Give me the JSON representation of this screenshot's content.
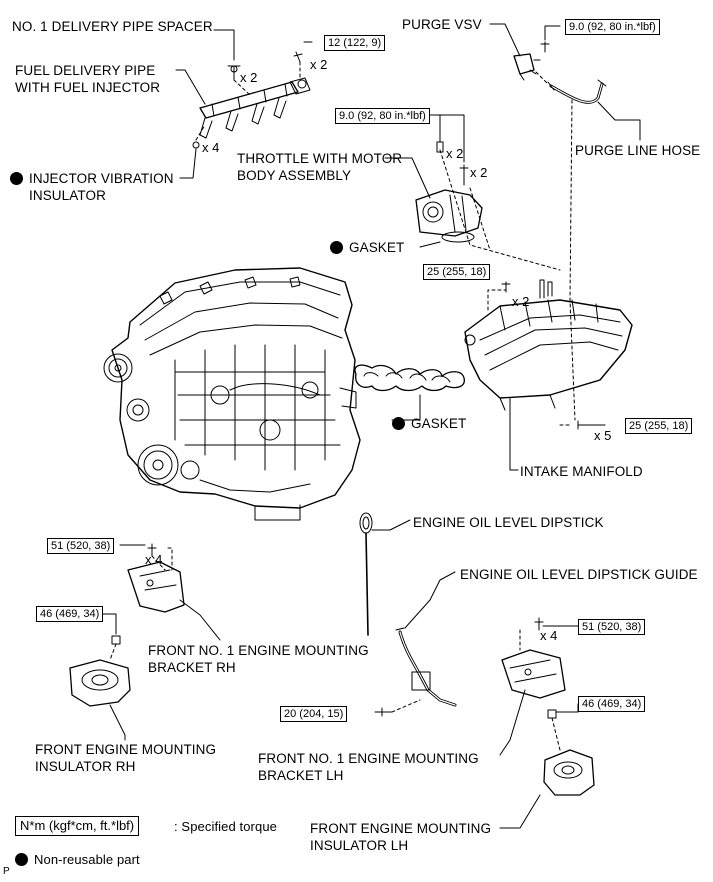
{
  "labels": {
    "delivery_pipe_spacer": "NO. 1 DELIVERY PIPE SPACER",
    "fuel_delivery_pipe_1": "FUEL DELIVERY PIPE",
    "fuel_delivery_pipe_2": "WITH FUEL INJECTOR",
    "injector_vibration_insulator_1": "INJECTOR VIBRATION",
    "injector_vibration_insulator_2": "INSULATOR",
    "throttle_body_1": "THROTTLE WITH MOTOR",
    "throttle_body_2": "BODY ASSEMBLY",
    "gasket_throttle": "GASKET",
    "gasket_manifold": "GASKET",
    "purge_vsv": "PURGE VSV",
    "purge_line_hose": "PURGE LINE HOSE",
    "intake_manifold": "INTAKE MANIFOLD",
    "dipstick": "ENGINE OIL LEVEL DIPSTICK",
    "dipstick_guide": "ENGINE OIL LEVEL DIPSTICK GUIDE",
    "bracket_rh_1": "FRONT NO. 1 ENGINE MOUNTING",
    "bracket_rh_2": "BRACKET RH",
    "insulator_rh_1": "FRONT ENGINE MOUNTING",
    "insulator_rh_2": "INSULATOR RH",
    "bracket_lh_1": "FRONT NO. 1 ENGINE MOUNTING",
    "bracket_lh_2": "BRACKET LH",
    "insulator_lh_1": "FRONT ENGINE MOUNTING",
    "insulator_lh_2": "INSULATOR LH"
  },
  "torques": {
    "delivery_pipe": "12 (122, 9)",
    "purge_vsv": "9.0 (92, 80 in.*lbf)",
    "throttle": "9.0 (92, 80 in.*lbf)",
    "manifold_top": "25 (255, 18)",
    "manifold_bottom": "25 (255, 18)",
    "bracket_rh": "51 (520, 38)",
    "insulator_rh": "46 (469, 34)",
    "dipstick_guide": "20 (204, 15)",
    "bracket_lh": "51 (520, 38)",
    "insulator_lh": "46 (469, 34)"
  },
  "quantities": {
    "spacer": "x 2",
    "delivery_bolt": "x 2",
    "injector_insulator": "x 4",
    "throttle_bolt": "x 2",
    "throttle_nut": "x 2",
    "manifold_top": "x 2",
    "manifold_bottom": "x 5",
    "bracket_rh": "x 4",
    "bracket_lh": "x 4"
  },
  "legend": {
    "torque_units": "N*m (kgf*cm, ft.*lbf)",
    "torque_desc": ": Specified torque",
    "non_reusable": "Non-reusable part"
  },
  "corner_mark": "P",
  "colors": {
    "line": "#000000",
    "background": "#ffffff",
    "marker": "#000000"
  }
}
